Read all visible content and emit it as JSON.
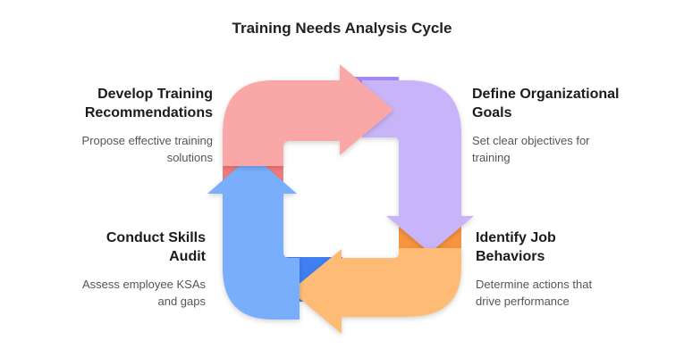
{
  "title": "Training Needs Analysis Cycle",
  "steps": [
    {
      "id": "develop",
      "heading": "Develop Training Recommendations",
      "heading_lines": [
        "Develop Training",
        "Recommendations"
      ],
      "description_lines": [
        "Propose effective training",
        "solutions"
      ],
      "color": "#f9a7a7",
      "shade": "#f47b7b"
    },
    {
      "id": "define",
      "heading": "Define Organizational Goals",
      "heading_lines": [
        "Define Organizational",
        "Goals"
      ],
      "description_lines": [
        "Set clear objectives for",
        "training"
      ],
      "color": "#c8b5f9",
      "shade": "#a58bf4"
    },
    {
      "id": "identify",
      "heading": "Identify Job Behaviors",
      "heading_lines": [
        "Identify Job",
        "Behaviors"
      ],
      "description_lines": [
        "Determine actions that",
        "drive performance"
      ],
      "color": "#fdbb76",
      "shade": "#f7953f"
    },
    {
      "id": "audit",
      "heading": "Conduct Skills Audit",
      "heading_lines": [
        "Conduct Skills",
        "Audit"
      ],
      "description_lines": [
        "Assess employee KSAs",
        "and gaps"
      ],
      "color": "#78aefb",
      "shade": "#3f7ff2"
    }
  ]
}
